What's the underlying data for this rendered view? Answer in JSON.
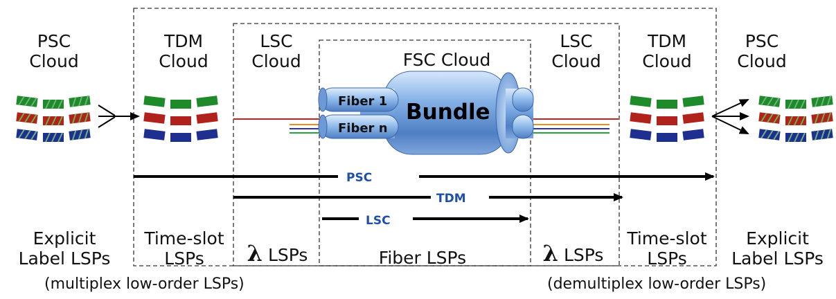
{
  "clouds": {
    "psc_left": {
      "line1": "PSC",
      "line2": "Cloud"
    },
    "tdm_left": {
      "line1": "TDM",
      "line2": "Cloud"
    },
    "lsc_left": {
      "line1": "LSC",
      "line2": "Cloud"
    },
    "fsc": {
      "label": "FSC Cloud"
    },
    "lsc_right": {
      "line1": "LSC",
      "line2": "Cloud"
    },
    "tdm_right": {
      "line1": "TDM",
      "line2": "Cloud"
    },
    "psc_right": {
      "line1": "PSC",
      "line2": "Cloud"
    }
  },
  "bundle": {
    "fiber1": "Fiber 1",
    "fibern": "Fiber n",
    "label": "Bundle"
  },
  "arrows": {
    "psc": "PSC",
    "tdm": "TDM",
    "lsc": "LSC"
  },
  "lsps": {
    "explicit_left": {
      "line1": "Explicit",
      "line2": "Label LSPs"
    },
    "timeslot_left": {
      "line1": "Time-slot",
      "line2": "LSPs"
    },
    "lambda_left": {
      "symbol": "λ",
      "text": "LSPs"
    },
    "fiber": {
      "text": "Fiber LSPs"
    },
    "lambda_right": {
      "symbol": "λ",
      "text": "LSPs"
    },
    "timeslot_right": {
      "line1": "Time-slot",
      "line2": "LSPs"
    },
    "explicit_right": {
      "line1": "Explicit",
      "line2": "Label LSPs"
    }
  },
  "footer": {
    "left": "(multiplex low-order LSPs)",
    "right": "(demultiplex low-order LSPs)"
  },
  "colors": {
    "green": "#1f8a2a",
    "red": "#b0231c",
    "blue": "#1f2f8f",
    "arrow_label": "#1f4fa8",
    "bundle_body": "#6f9ed8",
    "orange": "#f08a1c"
  }
}
